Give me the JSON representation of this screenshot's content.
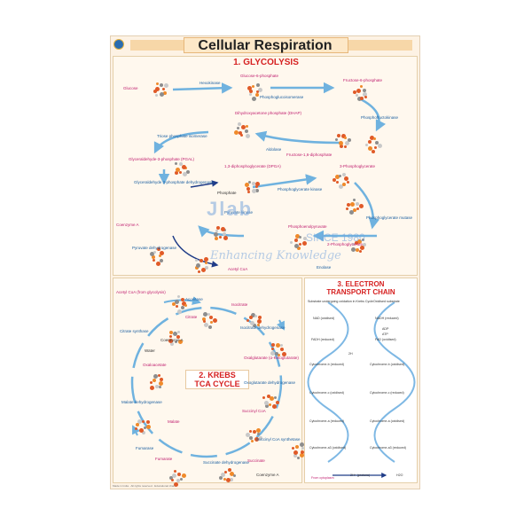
{
  "poster": {
    "title": "Cellular Respiration",
    "glycolysis_title": "1. GLYCOLYSIS",
    "krebs_title_line1": "2. KREBS",
    "krebs_title_line2": "TCA CYCLE",
    "etc_title_line1": "3. ELECTRON",
    "etc_title_line2": "TRANSPORT CHAIN",
    "colors": {
      "accent_red": "#d62020",
      "label_pink": "#c02070",
      "label_blue": "#1b5fa0",
      "arrow_blue": "#6fb2df",
      "panel_bg": "#fff8ee"
    }
  },
  "glycolysis_labels": [
    "Glucose",
    "Hexokinase",
    "Glucose-6-phosphate",
    "Phosphoglucoisomerase",
    "Fructose-6-phosphate",
    "Phosphofructokinase",
    "Dihydroxyacetone phosphate (DHAP)",
    "Triose phosphate isomerase",
    "Aldolase",
    "Fructose-1,6-diphosphate",
    "Glyceraldehyde-3-phosphate (PGAL)",
    "1,3-diphosphoglycerate (DPGA)",
    "3-Phosphoglycerate",
    "Glyceraldehyde 3-phosphate dehydrogenase",
    "Phosphate",
    "Phosphoglycerate kinase",
    "Coenzyme A",
    "Pyruvate kinase",
    "Pyruvate dehydrogenase",
    "Phosphoenolpyruvate",
    "2-Phosphoglycerate",
    "Phosphoglycerate mutase",
    "Enolase",
    "Acetyl CoA"
  ],
  "krebs_labels": [
    "Acetyl CoA (from glycolysis)",
    "Aconitase",
    "Isocitrate",
    "Citrate",
    "Citrate synthase",
    "Coenzyme A",
    "Water",
    "Isocitrate dehydrogenase",
    "Oxaloacetate",
    "Oxalglutarate (α-Ketoglutarate)",
    "Malate dehydrogenase",
    "Oxoglutarate dehydrogenase",
    "Malate",
    "Succinyl CoA",
    "Fumarase",
    "Fumarate",
    "Succinate dehydrogenase",
    "Succinate",
    "Succinyl CoA synthetase",
    "Coenzyme A"
  ],
  "etc_labels": [
    "Substrate undergoing oxidation in Krebs Cycle",
    "Oxidised substrate",
    "NAD (oxidised)",
    "NADH (reduced)",
    "ADP",
    "ATP",
    "FADH (reduced)",
    "FAD (oxidised)",
    "Cytochrome-b (reduced)",
    "Cytochrome-b (oxidised)",
    "Cytochrome-c (oxidised)",
    "Cytochrome-c (reduced)",
    "Cytochrome-a (reduced)",
    "Cytochrome-a (oxidised)",
    "Cytochrome-a3 (oxidised)",
    "Cytochrome-a3 (reduced)",
    "2H",
    "2H+ (protons)",
    "H2O",
    "From cytoplasm"
  ],
  "watermark": {
    "brand": "Jlab",
    "since": "SINCE 1980",
    "tagline": "Enhancing Knowledge"
  },
  "footer": "Made in India · All rights reserved · Educational chart"
}
